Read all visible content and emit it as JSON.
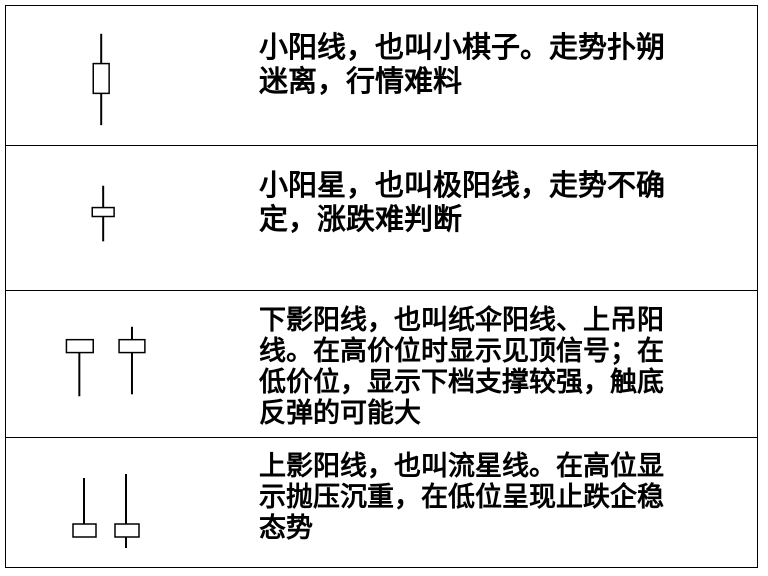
{
  "rows": [
    {
      "icon": "small-bullish-candle-icon",
      "text": "小阳线，也叫小棋子。走势扑朔\n迷离，行情难料"
    },
    {
      "icon": "doji-star-icon",
      "text": "小阳星，也叫极阳线，走势不确\n定，涨跌难判断"
    },
    {
      "icon": "lower-shadow-candle-icon",
      "text": "下影阳线，也叫纸伞阳线、上吊阳\n线。在高价位时显示见顶信号；在\n低价位，显示下档支撑较强，触底\n反弹的可能大"
    },
    {
      "icon": "upper-shadow-candle-icon",
      "text": "上影阳线，也叫流星线。在高位显\n示抛压沉重，在低位呈现止跌企稳\n态势"
    }
  ]
}
